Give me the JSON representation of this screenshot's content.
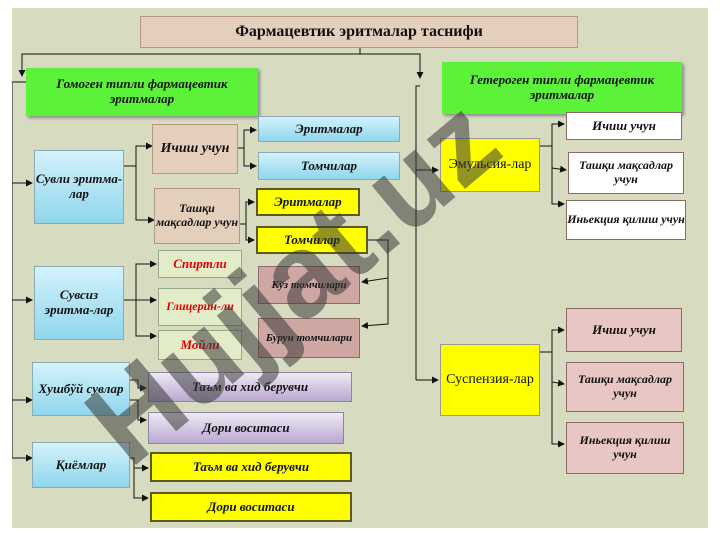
{
  "title": "Фармацевтик эритмалар таснифи",
  "homogeneous": "Гомоген типли фармацевтик эритмалар",
  "heterogeneous": "Гетероген типли фармацевтик эритмалар",
  "water_solutions": "Сувли эритма-лар",
  "internal_use": "Ичиш учун",
  "external_use": "Ташқи мақсадлар учун",
  "solutions": "Эритмалар",
  "drops": "Томчилар",
  "solutions_2": "Эритмалар",
  "drops_2": "Томчилар",
  "nonaqueous_solutions": "Сувсиз эритма-лар",
  "alcohol": "Спиртли",
  "glycerin": "Глицерин-ли",
  "oily": "Мойли",
  "eye_drops": "Кўз томчилари",
  "nose_drops": "Бурун томчилари",
  "aromatic_waters": "Хушбўй сувлар",
  "aw_taste_smell": "Таъм ва хид берувчи",
  "aw_medicine": "Дори воситаси",
  "syrups": "Қиёмлар",
  "sy_taste_smell": "Таъм ва хид берувчи",
  "sy_medicine": "Дори воситаси",
  "emulsions": "Эмульсия-лар",
  "em_internal": "Ичиш учун",
  "em_external": "Ташқи мақсадлар учун",
  "em_injection": "Иньекция қилиш учун",
  "suspensions": "Суспензия-лар",
  "su_internal": "Ичиш учун",
  "su_external": "Ташқи мақсадлар учун",
  "su_injection": "Иньекция қилиш учун",
  "watermark": "Hujjat.uz"
}
